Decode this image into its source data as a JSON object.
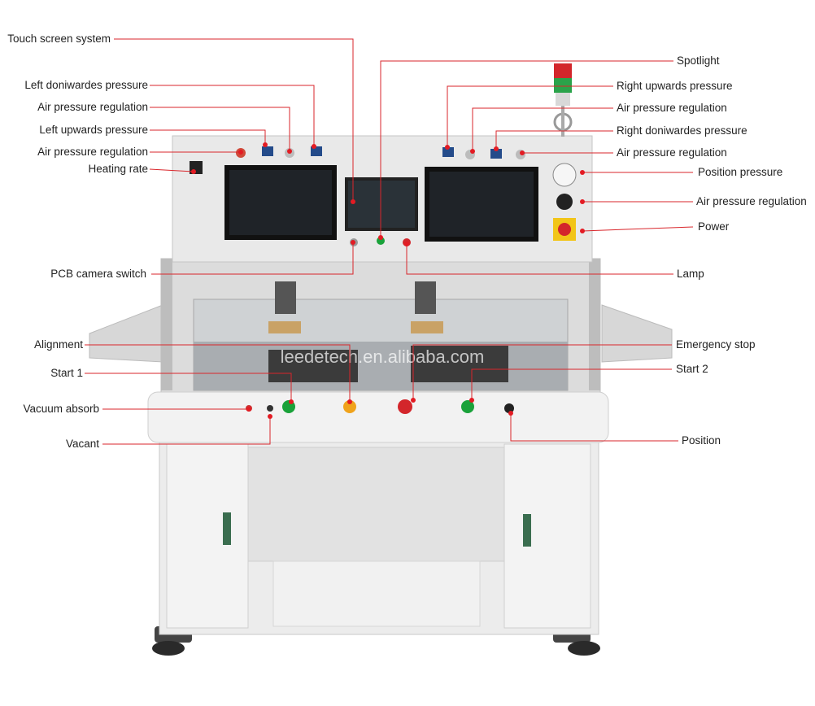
{
  "watermark": "leedetech.en.alibaba.com",
  "colors": {
    "leader_line": "#d9262b",
    "dot": "#e31b23",
    "panel": "#e9e9e9",
    "screen": "#1f2328"
  },
  "callouts_left": [
    {
      "id": "touch-screen-system",
      "text": "Touch screen system"
    },
    {
      "id": "left-downwards-pressure",
      "text": "Left doniwardes pressure"
    },
    {
      "id": "air-pressure-regulation-l1",
      "text": "Air pressure regulation"
    },
    {
      "id": "left-upwards-pressure",
      "text": "Left upwards pressure"
    },
    {
      "id": "air-pressure-regulation-l2",
      "text": "Air pressure regulation"
    },
    {
      "id": "heating-rate",
      "text": "Heating rate"
    },
    {
      "id": "pcb-camera-switch",
      "text": "PCB camera switch"
    },
    {
      "id": "alignment",
      "text": "Alignment"
    },
    {
      "id": "start-1",
      "text": "Start 1"
    },
    {
      "id": "vacuum-absorb",
      "text": "Vacuum absorb"
    },
    {
      "id": "vacant",
      "text": "Vacant"
    }
  ],
  "callouts_right": [
    {
      "id": "spotlight",
      "text": "Spotlight"
    },
    {
      "id": "right-upwards-pressure",
      "text": "Right upwards pressure"
    },
    {
      "id": "air-pressure-regulation-r1",
      "text": "Air pressure regulation"
    },
    {
      "id": "right-downwards-pressure",
      "text": "Right doniwardes pressure"
    },
    {
      "id": "air-pressure-regulation-r2",
      "text": "Air pressure regulation"
    },
    {
      "id": "position-pressure",
      "text": "Position pressure"
    },
    {
      "id": "air-pressure-regulation-r3",
      "text": "Air pressure regulation"
    },
    {
      "id": "power",
      "text": "Power"
    },
    {
      "id": "lamp",
      "text": "Lamp"
    },
    {
      "id": "emergency-stop",
      "text": "Emergency stop"
    },
    {
      "id": "start-2",
      "text": "Start 2"
    },
    {
      "id": "position",
      "text": "Position"
    }
  ]
}
